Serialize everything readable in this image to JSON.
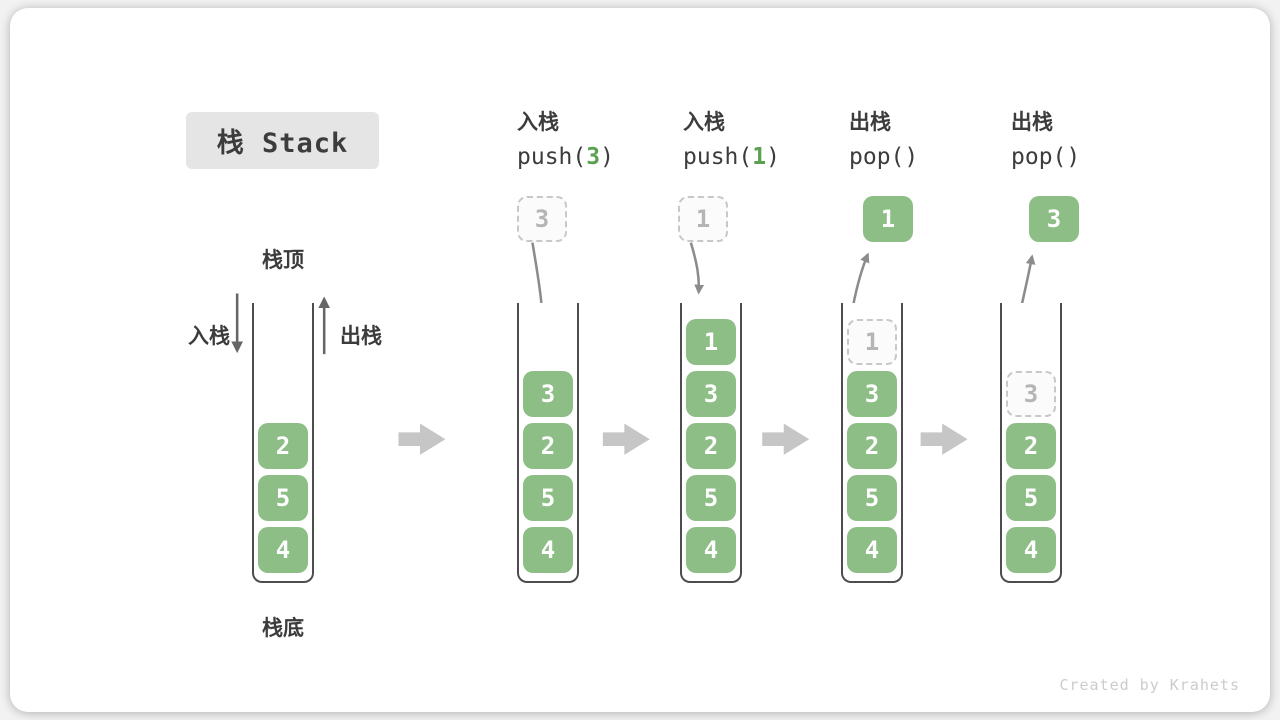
{
  "title": "栈 Stack",
  "watermark": "Created by Krahets",
  "labels": {
    "stack_top": "栈顶",
    "stack_bottom": "栈底",
    "push_side": "入栈",
    "pop_side": "出栈"
  },
  "colors": {
    "cell_green": "#8cbe85",
    "arg_green": "#5aa152",
    "ghost_gray": "#b5b5b5",
    "dash_border": "#c8c8c8",
    "stage_arrow_gray": "#c6c6c6",
    "curve_arrow_gray": "#8c8c8c",
    "side_arrow_gray": "#666666",
    "wall_dark": "#4d4d4d",
    "title_bg": "#e5e5e5",
    "text_dark": "#3c3c3c",
    "watermark_gray": "#cccccc"
  },
  "initial_stack": {
    "cells_top_to_bottom": [
      "2",
      "5",
      "4"
    ]
  },
  "stages": [
    {
      "title": "入栈",
      "code_prefix": "push(",
      "code_arg": "3",
      "code_suffix": ")",
      "float_value": "3",
      "float_style": "dashed",
      "cells_top_to_bottom": [
        "3",
        "2",
        "5",
        "4"
      ],
      "ghost_value": null
    },
    {
      "title": "入栈",
      "code_prefix": "push(",
      "code_arg": "1",
      "code_suffix": ")",
      "float_value": "1",
      "float_style": "dashed",
      "cells_top_to_bottom": [
        "1",
        "3",
        "2",
        "5",
        "4"
      ],
      "ghost_value": null
    },
    {
      "title": "出栈",
      "code_prefix": "pop(",
      "code_arg": "",
      "code_suffix": ")",
      "float_value": "1",
      "float_style": "solid",
      "cells_top_to_bottom": [
        "3",
        "2",
        "5",
        "4"
      ],
      "ghost_value": "1"
    },
    {
      "title": "出栈",
      "code_prefix": "pop(",
      "code_arg": "",
      "code_suffix": ")",
      "float_value": "3",
      "float_style": "solid",
      "cells_top_to_bottom": [
        "2",
        "5",
        "4"
      ],
      "ghost_value": "3"
    }
  ]
}
